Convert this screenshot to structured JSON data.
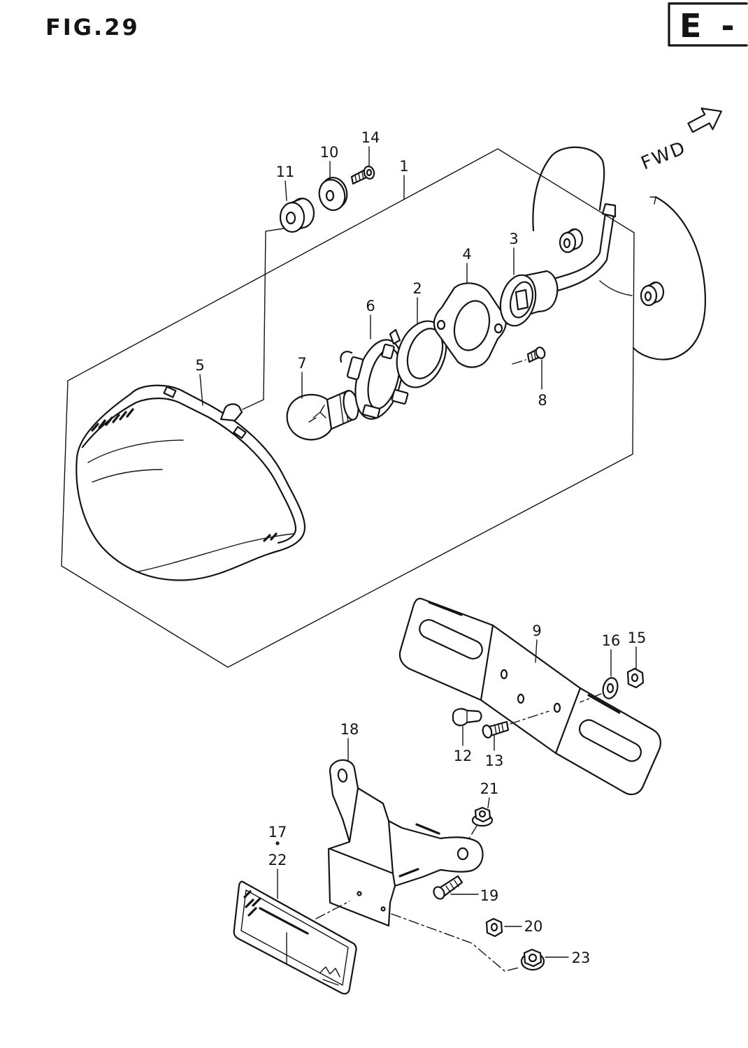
{
  "figure": {
    "title": "FIG.29",
    "section_code": "E -",
    "direction_label": "FWD"
  },
  "callouts": [
    "1",
    "2",
    "3",
    "4",
    "5",
    "6",
    "7",
    "8",
    "9",
    "10",
    "11",
    "12",
    "13",
    "14",
    "15",
    "16",
    "17",
    "18",
    "19",
    "20",
    "21",
    "22",
    "23"
  ]
}
